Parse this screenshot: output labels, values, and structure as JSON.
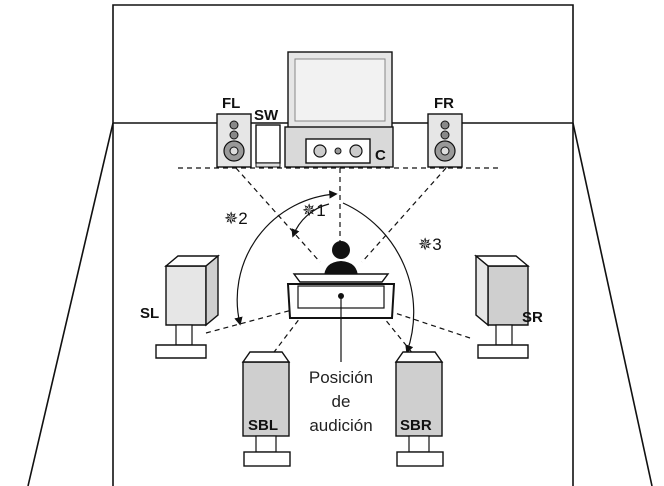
{
  "speakers": {
    "front_left": "FL",
    "subwoofer": "SW",
    "front_right": "FR",
    "center": "C",
    "surround_left": "SL",
    "surround_right": "SR",
    "surround_back_left": "SBL",
    "surround_back_right": "SBR"
  },
  "angle_notes": {
    "note1": "✵1",
    "note2": "✵2",
    "note3": "✵3"
  },
  "listening_position": {
    "line1": "Posición",
    "line2": "de",
    "line3": "audición"
  }
}
